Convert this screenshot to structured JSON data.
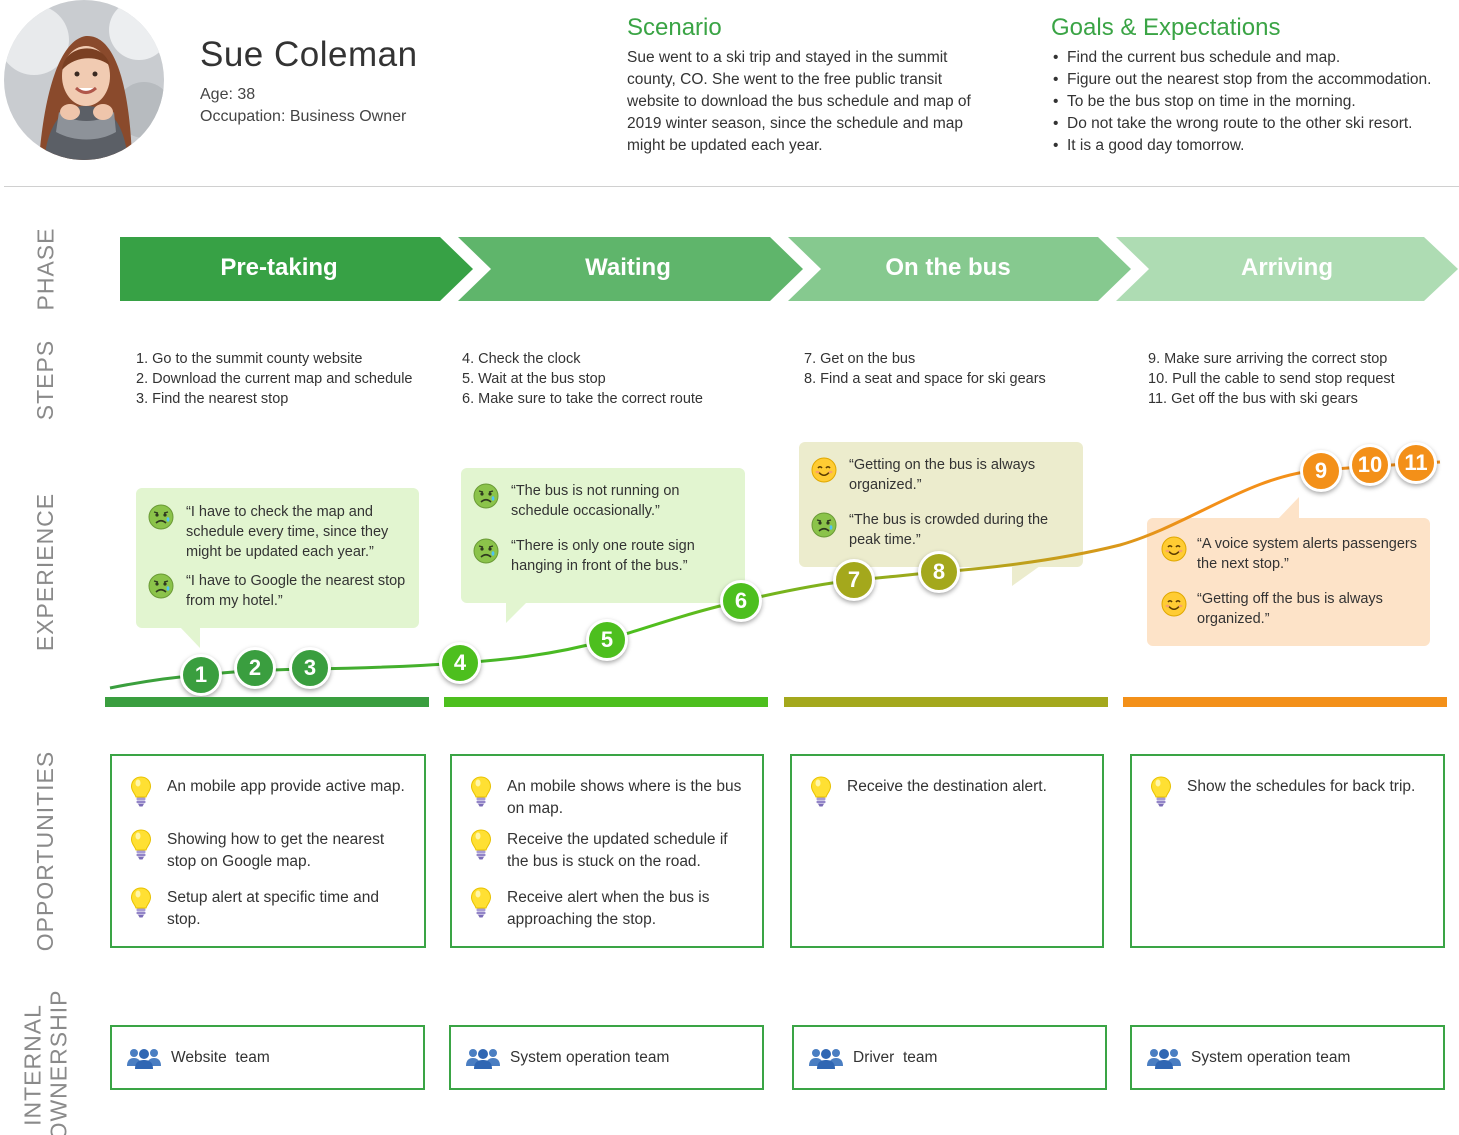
{
  "persona": {
    "name": "Sue Coleman",
    "age": "Age: 38",
    "occupation": "Occupation: Business Owner"
  },
  "scenario": {
    "title": "Scenario",
    "text": "Sue went to a ski trip and stayed in the summit county, CO. She went to the free public transit website to download the bus schedule and map of 2019 winter season, since the schedule and map might be updated each year."
  },
  "goals": {
    "title": "Goals & Expectations",
    "items": [
      "Find the current bus schedule and map.",
      "Figure out the nearest stop from the accommodation.",
      "To be the bus stop on time in the morning.",
      "Do not take the wrong route to the other ski resort.",
      "It is a good day tomorrow."
    ]
  },
  "row_labels": {
    "phase": "PHASE",
    "steps": "STEPS",
    "experience": "EXPERIENCE",
    "opportunities": "OPPORTUNITIES",
    "ownership_line1": "INTERNAL",
    "ownership_line2": "OWNERSHIP"
  },
  "phases": [
    {
      "label": "Pre-taking",
      "color": "#37a145"
    },
    {
      "label": "Waiting",
      "color": "#5fb56b"
    },
    {
      "label": "On the bus",
      "color": "#86c98f"
    },
    {
      "label": "Arriving",
      "color": "#aedcb3"
    }
  ],
  "steps": [
    [
      "1. Go to the summit county website",
      "2. Download the current map and schedule",
      "3. Find the nearest stop"
    ],
    [
      "4. Check the clock",
      "5. Wait at the bus stop",
      "6. Make sure to take the correct route"
    ],
    [
      "7. Get on the bus",
      "8. Find a seat and space for ski gears"
    ],
    [
      "9. Make sure arriving the correct stop",
      "10. Pull the cable to send stop request",
      "11. Get off the bus with ski gears"
    ]
  ],
  "experience": {
    "bubbles": [
      {
        "bg": "#e2f5d0",
        "quotes": [
          {
            "mood": "sad-face-icon",
            "text": "“I have to check the map and schedule every time, since they might be updated each year.”"
          },
          {
            "mood": "sad-face-icon",
            "text": "“I have to Google the nearest stop from my hotel.”"
          }
        ]
      },
      {
        "bg": "#e2f5d0",
        "quotes": [
          {
            "mood": "sad-face-icon",
            "text": "“The bus is not running on schedule occasionally.”"
          },
          {
            "mood": "sad-face-icon",
            "text": "“There is only one route sign hanging in front of the bus.”"
          }
        ]
      },
      {
        "bg": "#ececcd",
        "quotes": [
          {
            "mood": "smile-face-icon",
            "text": "“Getting on the bus is always organized.”"
          },
          {
            "mood": "sad-face-icon",
            "text": "“The bus is crowded during the peak time.”"
          }
        ]
      },
      {
        "bg": "#fde3c8",
        "quotes": [
          {
            "mood": "smile-face-icon",
            "text": "“A voice system alerts passengers the next stop.”"
          },
          {
            "mood": "smile-face-icon",
            "text": "“Getting off the bus is always organized.”"
          }
        ]
      }
    ],
    "points": [
      {
        "n": "1",
        "color": "#3a9e3f"
      },
      {
        "n": "2",
        "color": "#3a9e3f"
      },
      {
        "n": "3",
        "color": "#3a9e3f"
      },
      {
        "n": "4",
        "color": "#4dbf1e"
      },
      {
        "n": "5",
        "color": "#4dbf1e"
      },
      {
        "n": "6",
        "color": "#4dbf1e"
      },
      {
        "n": "7",
        "color": "#a4a81c"
      },
      {
        "n": "8",
        "color": "#a4a81c"
      },
      {
        "n": "9",
        "color": "#f39019"
      },
      {
        "n": "10",
        "color": "#f39019"
      },
      {
        "n": "11",
        "color": "#f39019"
      }
    ],
    "bar_colors": [
      "#3a9e3f",
      "#4dbf1e",
      "#a4a81c",
      "#f39019"
    ]
  },
  "opportunities": [
    [
      "An mobile app provide active map.",
      "Showing how to get the nearest stop on Google map.",
      "Setup alert at specific time and stop."
    ],
    [
      "An mobile shows where is the bus on map.",
      "Receive the updated schedule if the bus is stuck on the road.",
      "Receive alert when the bus is approaching the stop."
    ],
    [
      "Receive the destination alert."
    ],
    [
      "Show the schedules for back trip."
    ]
  ],
  "ownership": [
    {
      "label": "Website  team",
      "icon": "team-icon"
    },
    {
      "label": "System operation team",
      "icon": "team-icon"
    },
    {
      "label": "Driver  team",
      "icon": "team-icon"
    },
    {
      "label": "System operation team",
      "icon": "team-icon"
    }
  ]
}
